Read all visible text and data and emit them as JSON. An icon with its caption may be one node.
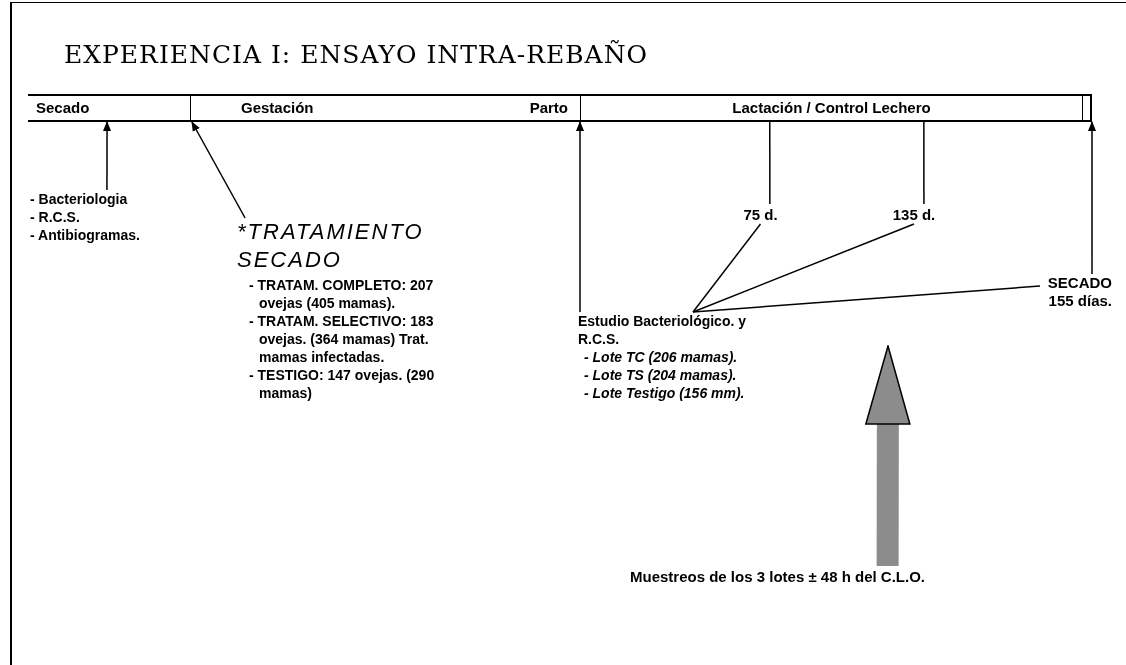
{
  "diagram": {
    "title": "EXPERIENCIA I:  ENSAYO INTRA-REBAÑO",
    "nodes": [
      {
        "text": [
          "Secado"
        ]
      },
      {
        "text": [
          "Gestación",
          "Parto"
        ]
      },
      {
        "text": [
          "Lactación / Control Lechero"
        ]
      },
      {
        "text": [],
        "shape": "box"
      },
      {
        "text": [
          "- Bacteriologia",
          "- R.C.S.",
          "- Antibiogramas."
        ]
      },
      {
        "text": [
          "*TRATAMIENTO SECADO",
          "- TRATAM. COMPLETO: 207 ovejas (405 mamas).",
          "- TRATAM. SELECTIVO: 183 ovejas. (364 mamas) Trat. mamas infectadas.",
          "- TESTIGO: 147 ovejas. (290 mamas)"
        ]
      },
      {
        "text": [
          "75 d."
        ]
      },
      {
        "text": [
          "135 d."
        ]
      },
      {
        "text": [
          "SECADO 155 días."
        ]
      },
      {
        "text": [
          "Estudio Bacteriológico. y R.C.S.",
          "- Lote TC (206 mamas).",
          "- Lote TS (204 mamas).",
          "- Lote Testigo (156 mm)."
        ]
      },
      {
        "text": [
          "Muestreos de los 3 lotes ± 48 h del C.L.O."
        ]
      }
    ],
    "edges": [
      {
        "from": 4,
        "to": 0,
        "arrow": "to"
      },
      {
        "from": 5,
        "to": 1,
        "arrow": "to"
      },
      {
        "from": 9,
        "to": 2,
        "arrow": "to"
      },
      {
        "from": 2,
        "to": 6,
        "arrow": "none"
      },
      {
        "from": 2,
        "to": 7,
        "arrow": "none"
      },
      {
        "from": 9,
        "to": 6,
        "arrow": "none"
      },
      {
        "from": 9,
        "to": 7,
        "arrow": "none"
      },
      {
        "from": 9,
        "to": 8,
        "arrow": "none"
      },
      {
        "from": 8,
        "to": 3,
        "arrow": "to"
      },
      {
        "from": 10,
        "to": null,
        "arrow": "to",
        "style": "thick",
        "color": "#8c8c8c"
      }
    ]
  }
}
